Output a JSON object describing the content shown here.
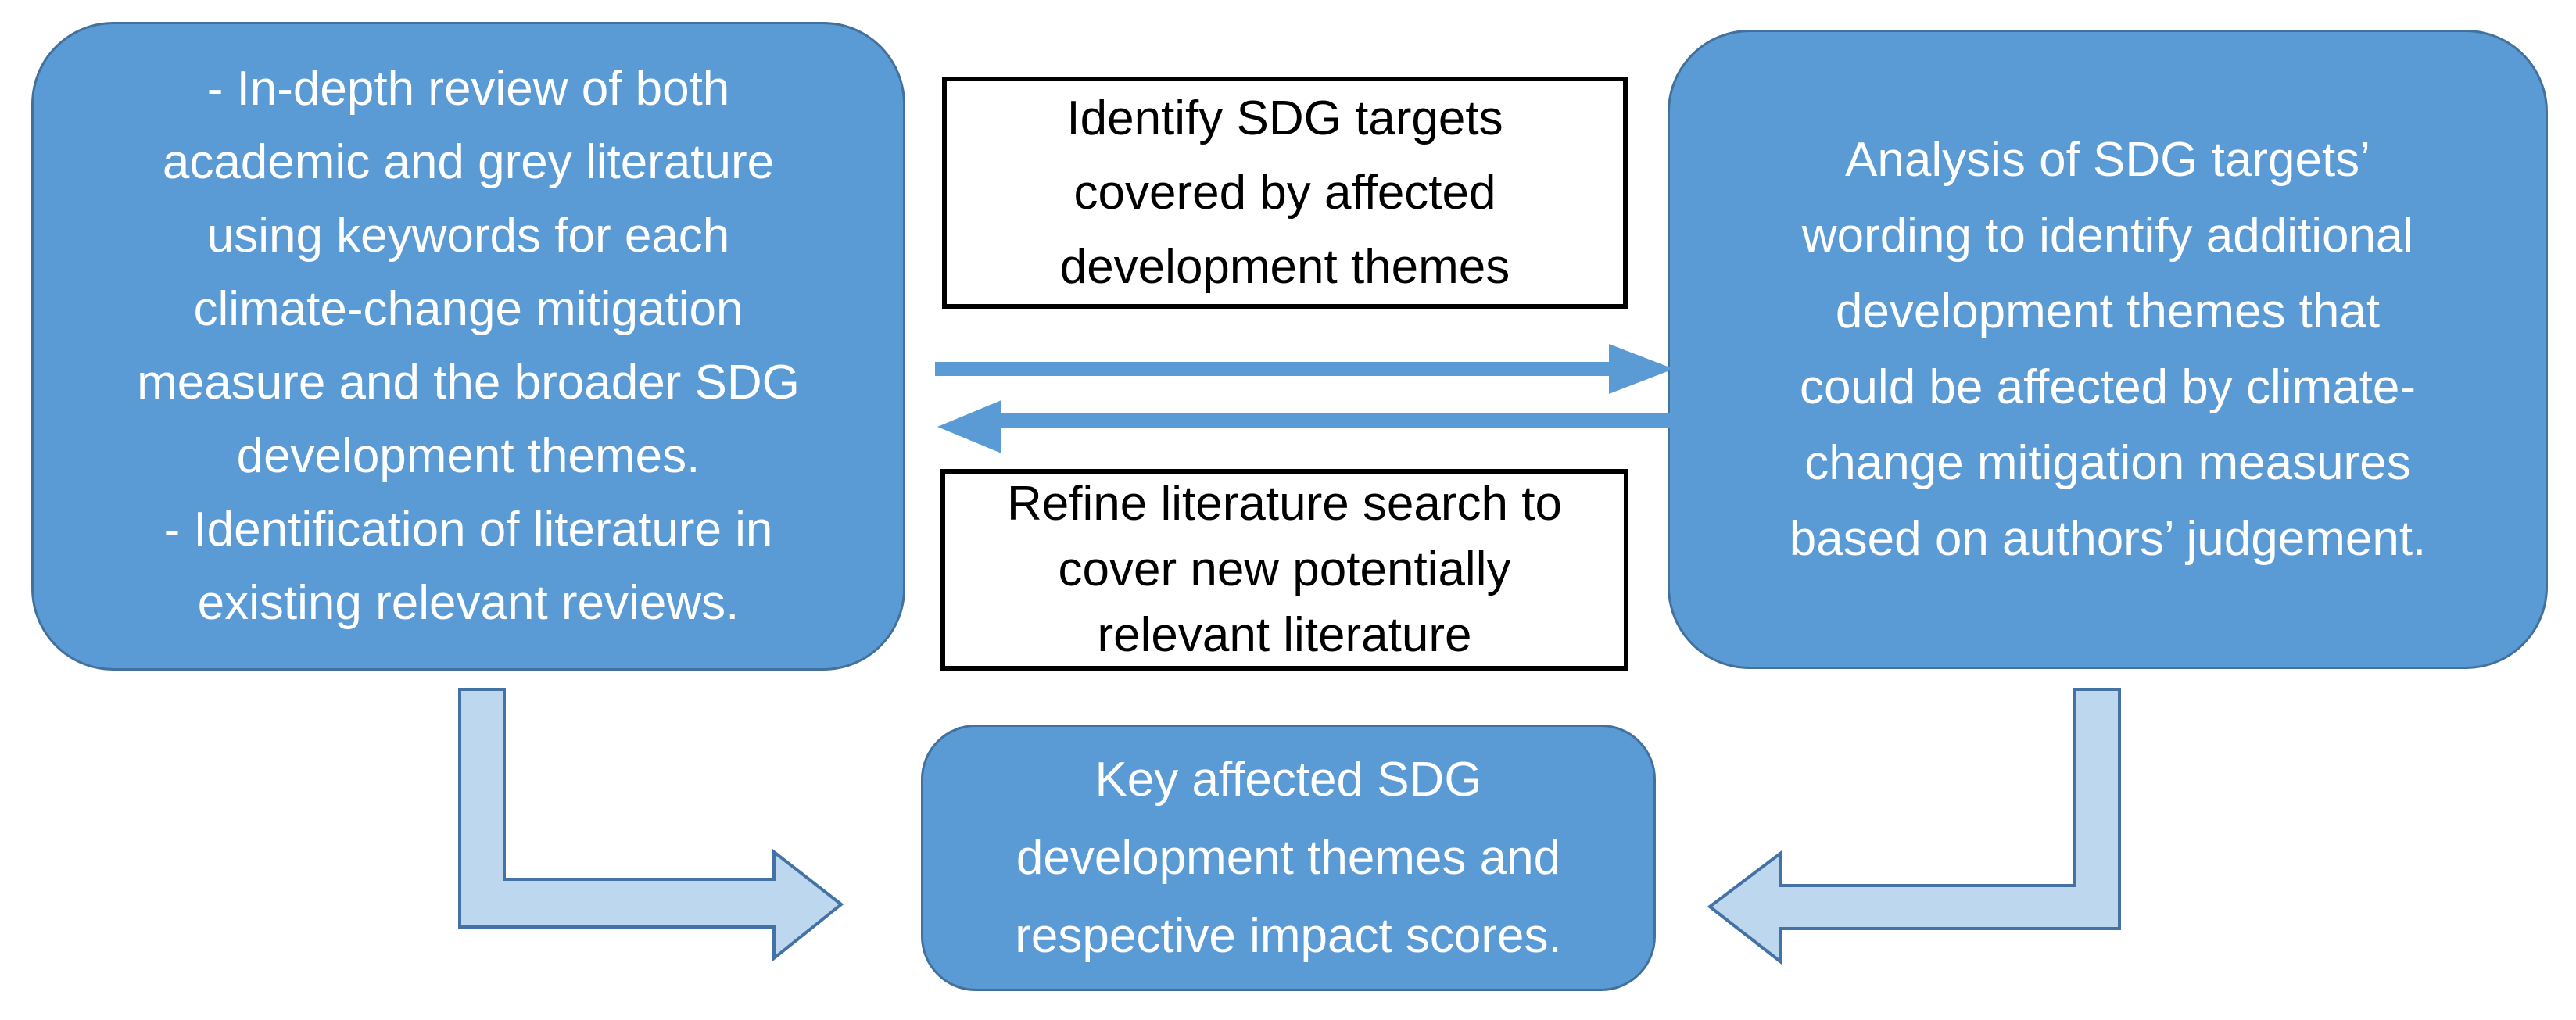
{
  "diagram": {
    "description": "Flowchart of SDG literature review methodology",
    "boxes": {
      "literature_review": {
        "text": "- In-depth review of both\nacademic and grey literature\nusing keywords for each\nclimate-change mitigation\nmeasure and the broader SDG\ndevelopment themes.\n- Identification of literature in\nexisting relevant reviews."
      },
      "identify_targets": {
        "text": "Identify SDG targets\ncovered by affected\ndevelopment themes"
      },
      "targets_analysis": {
        "text": "Analysis of SDG targets’\nwording to identify additional\ndevelopment themes that\ncould be affected by climate-\nchange mitigation measures\nbased on authors’ judgement."
      },
      "refine_search": {
        "text": "Refine literature search to\ncover new potentially\nrelevant literature"
      },
      "key_themes": {
        "text": "Key affected SDG\ndevelopment themes and\nrespective impact scores."
      }
    },
    "arrows": {
      "forward": "right-pointing arrow from literature review to targets analysis",
      "backward": "left-pointing arrow from targets analysis to literature review",
      "left_elbow": "down-then-right elbow arrow from literature review box to key themes box",
      "right_elbow": "down-then-left elbow arrow from targets analysis box to key themes box"
    }
  },
  "colors": {
    "blue_box_fill": "#5B9BD5",
    "blue_box_border": "#41719C",
    "white_box_border": "#000000",
    "text_on_blue": "#FFFFFF",
    "text_on_white": "#000000",
    "straight_arrow": "#5B9BD5",
    "elbow_fill": "#BDD7EE",
    "elbow_stroke": "#4472A4"
  }
}
